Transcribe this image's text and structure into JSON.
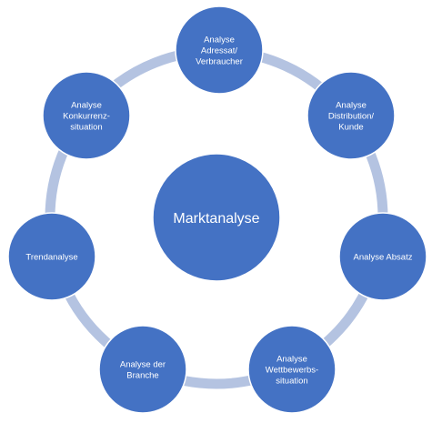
{
  "colors": {
    "node_fill": "#4472C4",
    "node_stroke": "#ffffff",
    "connector": "#B4C3E1",
    "text": "#ffffff"
  },
  "center": {
    "label": "Marktanalyse"
  },
  "nodes": [
    {
      "id": "adressat",
      "lines": [
        "Analyse",
        "Adressat/",
        "Verbraucher"
      ]
    },
    {
      "id": "distribution",
      "lines": [
        "Analyse",
        "Distribution/",
        "Kunde"
      ]
    },
    {
      "id": "absatz",
      "lines": [
        "Analyse Absatz"
      ]
    },
    {
      "id": "wettbewerb",
      "lines": [
        "Analyse",
        "Wettbewerbs-",
        "situation"
      ]
    },
    {
      "id": "branche",
      "lines": [
        "Analyse der",
        "Branche"
      ]
    },
    {
      "id": "trend",
      "lines": [
        "Trendanalyse"
      ]
    },
    {
      "id": "konkurrenz",
      "lines": [
        "Analyse",
        "Konkurrenz-",
        "situation"
      ]
    }
  ]
}
